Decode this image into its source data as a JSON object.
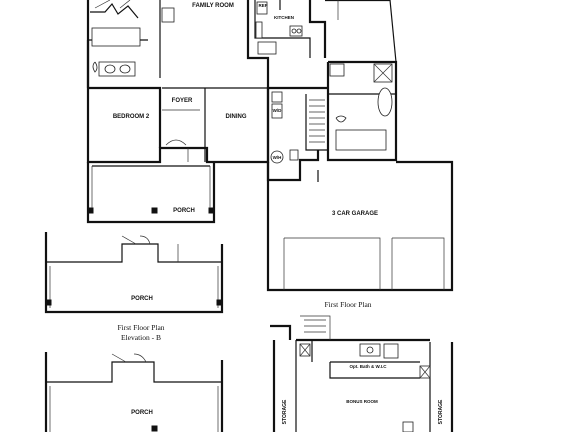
{
  "rooms": {
    "family_room": "FAMILY ROOM",
    "kitchen": "KITCHEN",
    "bedroom_2": "BEDROOM 2",
    "foyer": "FOYER",
    "dining": "DINING",
    "porch_main": "PORCH",
    "garage": "3 CAR GARAGE",
    "porch_elev_a": "PORCH",
    "porch_elev_b": "PORCH",
    "bonus_room": "BONUS ROOM",
    "storage_left": "STORAGE",
    "storage_right": "STORAGE",
    "opt_bath": "Opt. Bath & W.I.C",
    "wd": "W/D",
    "wh": "W/H",
    "ref": "REF"
  },
  "captions": {
    "first_floor_plan": "First Floor Plan",
    "elevation_b_line1": "First Floor Plan",
    "elevation_b_line2": "Elevation - B"
  }
}
